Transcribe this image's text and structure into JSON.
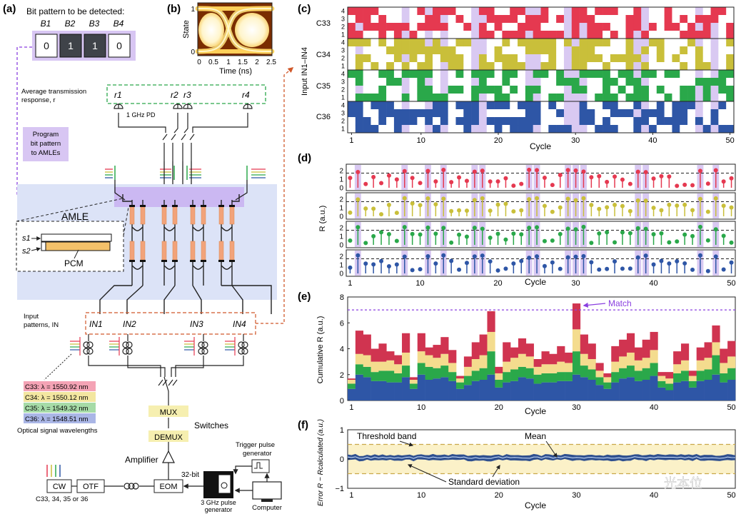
{
  "labels": {
    "a": "(a)",
    "b": "(b)",
    "c": "(c)",
    "d": "(d)",
    "e": "(e)",
    "f": "(f)"
  },
  "panel_a": {
    "bit_pattern_title": "Bit pattern to be detected:",
    "bit_names": [
      "B1",
      "B2",
      "B3",
      "B4"
    ],
    "bit_values": [
      "0",
      "1",
      "1",
      "0"
    ],
    "avg_response_line1": "Average transmission",
    "avg_response_line2": "response, r",
    "r_labels": [
      "r1",
      "r2",
      "r3",
      "r4"
    ],
    "pd_label": "1 GHz PD",
    "program_box": [
      "Program",
      "bit pattern",
      "to AMLEs"
    ],
    "amle_label": "AMLE",
    "s1": "s1",
    "s2": "s2",
    "pcm_label": "PCM",
    "input_patterns_line1": "Input",
    "input_patterns_line2": "patterns, IN",
    "in_labels": [
      "IN1",
      "IN2",
      "IN3",
      "IN4"
    ],
    "wavelengths": [
      {
        "text": "C33: λ = 1550.92 nm",
        "color": "#f4a3b5"
      },
      {
        "text": "C34: λ = 1550.12 nm",
        "color": "#f3e6a0"
      },
      {
        "text": "C35: λ = 1549.32 nm",
        "color": "#a6dba7"
      },
      {
        "text": "C36: λ = 1548.51 nm",
        "color": "#aab6e6"
      }
    ],
    "wavelengths_caption": "Optical signal wavelengths",
    "mux": "MUX",
    "demux": "DEMUX",
    "switches": "Switches",
    "amplifier": "Amplifier",
    "trigger_line1": "Trigger pulse",
    "trigger_line2": "generator",
    "bits32": "32-bit",
    "cw": "CW",
    "otf": "OTF",
    "eom": "EOM",
    "channels": "C33, 34, 35 or 36",
    "pulse_gen": [
      "3 GHz pulse",
      "generator"
    ],
    "computer": "Computer"
  },
  "panel_b": {
    "ylabel": "State",
    "xlabel": "Time (ns)",
    "y_ticks": [
      "1",
      "0"
    ],
    "x_ticks": [
      "0",
      "0.5",
      "1",
      "1.5",
      "2",
      "2.5"
    ]
  },
  "panel_c": {
    "ylabel": "Input  IN1–IN4",
    "xlabel": "Cycle",
    "rows": [
      {
        "name": "C33",
        "color": "#e53950"
      },
      {
        "name": "C34",
        "color": "#c9bf3a"
      },
      {
        "name": "C35",
        "color": "#2aa84a"
      },
      {
        "name": "C36",
        "color": "#2e56a6"
      }
    ],
    "y_ticks": [
      "4",
      "3",
      "2",
      "1"
    ],
    "x_ticks": [
      "1",
      "10",
      "20",
      "30",
      "40",
      "50"
    ],
    "highlight_color": "#d9c9f2"
  },
  "panel_d": {
    "ylabel": "R (a.u.)",
    "xlabel": "Cycle",
    "y_ticks": [
      "2",
      "1",
      "0"
    ],
    "x_ticks": [
      "1",
      "10",
      "20",
      "30",
      "40",
      "50"
    ]
  },
  "panel_e": {
    "ylabel": "Cumulative  R (a.u.)",
    "xlabel": "Cycle",
    "match": "Match",
    "y_ticks": [
      "8",
      "6",
      "4",
      "2",
      "0"
    ],
    "x_ticks": [
      "1",
      "10",
      "20",
      "30",
      "40",
      "50"
    ]
  },
  "panel_f": {
    "ylabel": "Error  R − Rcalculated (a.u.)",
    "xlabel": "Cycle",
    "threshold": "Threshold band",
    "mean": "Mean",
    "stdev": "Standard deviation",
    "y_ticks": [
      "1",
      "0",
      "−1"
    ],
    "x_ticks": [
      "1",
      "10",
      "20",
      "30",
      "40",
      "50"
    ]
  },
  "watermark": "光本位",
  "chart_data": [
    {
      "type": "line",
      "panel": "b",
      "xlabel": "Time (ns)",
      "ylabel": "State",
      "xlim": [
        0,
        2.5
      ],
      "description_ticks_y": [
        "0",
        "1"
      ]
    },
    {
      "type": "bar",
      "panel": "e",
      "xlabel": "Cycle",
      "ylabel": "Cumulative R (a.u.)",
      "ylim": [
        0,
        8
      ],
      "categories_range": [
        1,
        50
      ],
      "match_cycle": 30,
      "match_threshold": 7.0,
      "series": [
        {
          "name": "C36",
          "color": "#2e56a6",
          "values": [
            0.9,
            2.0,
            1.8,
            1.5,
            1.5,
            1.4,
            1.4,
            1.8,
            0.9,
            2.0,
            1.6,
            1.7,
            1.8,
            1.5,
            0.9,
            1.2,
            1.5,
            1.6,
            2.0,
            1.0,
            1.4,
            1.5,
            1.8,
            1.7,
            1.3,
            1.4,
            1.4,
            1.5,
            1.5,
            2.0,
            1.8,
            1.6,
            1.2,
            0.9,
            1.4,
            1.7,
            1.8,
            1.5,
            1.6,
            1.9,
            1.0,
            0.8,
            1.4,
            1.5,
            1.0,
            1.5,
            1.6,
            2.0,
            1.4,
            1.6
          ]
        },
        {
          "name": "C35",
          "color": "#2aa84a",
          "values": [
            0.4,
            0.8,
            0.8,
            0.7,
            0.8,
            0.9,
            0.7,
            0.9,
            0.4,
            0.9,
            1.0,
            0.8,
            0.9,
            0.7,
            0.5,
            0.7,
            0.8,
            0.9,
            1.8,
            0.6,
            0.8,
            0.9,
            0.8,
            0.8,
            0.7,
            0.7,
            0.7,
            0.7,
            0.7,
            1.8,
            0.9,
            0.8,
            0.6,
            0.5,
            0.8,
            0.8,
            0.9,
            0.8,
            0.9,
            1.0,
            0.5,
            0.5,
            0.7,
            0.8,
            0.5,
            0.8,
            0.8,
            1.5,
            0.7,
            0.9
          ]
        },
        {
          "name": "C34",
          "color": "#f4dc8e",
          "values": [
            0.3,
            0.8,
            0.9,
            0.8,
            0.7,
            0.8,
            0.7,
            1.0,
            0.3,
            0.9,
            0.9,
            0.8,
            0.9,
            0.7,
            0.3,
            0.7,
            0.9,
            1.0,
            1.5,
            0.5,
            0.8,
            0.9,
            1.0,
            0.9,
            0.6,
            0.7,
            0.7,
            0.8,
            0.7,
            1.7,
            0.9,
            0.8,
            0.5,
            0.4,
            0.8,
            0.9,
            1.0,
            0.8,
            0.8,
            1.0,
            0.4,
            0.4,
            0.7,
            0.8,
            0.4,
            0.8,
            0.9,
            1.0,
            0.8,
            0.9
          ]
        },
        {
          "name": "C33",
          "color": "#d03450",
          "values": [
            0.1,
            1.8,
            1.6,
            1.0,
            1.4,
            0.7,
            0.7,
            1.5,
            0.2,
            1.4,
            0.6,
            1.0,
            1.3,
            1.0,
            0.2,
            0.8,
            1.3,
            1.6,
            1.6,
            0.5,
            1.5,
            0.8,
            1.2,
            1.0,
            0.6,
            1.0,
            0.8,
            1.2,
            0.8,
            2.0,
            1.5,
            1.2,
            0.6,
            0.3,
            1.2,
            1.3,
            1.5,
            1.0,
            1.4,
            1.4,
            0.3,
            0.5,
            1.0,
            1.3,
            0.4,
            1.0,
            1.2,
            1.3,
            1.1,
            1.2
          ]
        }
      ]
    },
    {
      "type": "line",
      "panel": "f",
      "xlabel": "Cycle",
      "ylabel": "Error R − Rcalculated (a.u.)",
      "ylim": [
        -1,
        1
      ],
      "threshold_band": [
        -0.5,
        0.5
      ],
      "mean_line": 0.05
    }
  ]
}
